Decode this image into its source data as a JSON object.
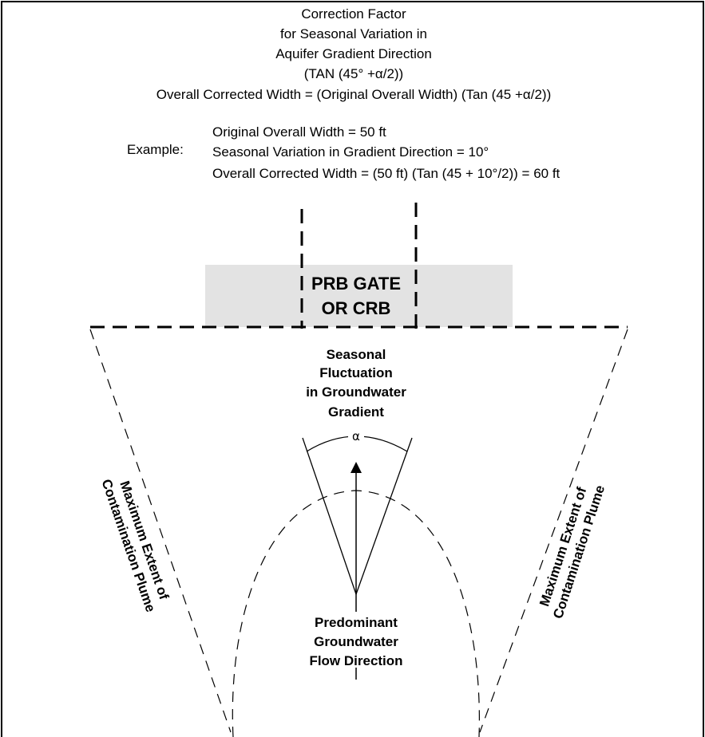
{
  "header": {
    "line1": "Correction Factor",
    "line2": "for Seasonal Variation in",
    "line3": "Aquifer Gradient Direction",
    "line4": "(TAN (45° +α/2))",
    "line5": "Overall Corrected Width = (Original Overall Width) (Tan (45 +α/2))"
  },
  "example": {
    "label": "Example:",
    "line1": "Original Overall Width = 50 ft",
    "line2": "Seasonal Variation in Gradient Direction = 10°",
    "line3": "Overall Corrected Width = (50 ft) (Tan (45 + 10°/2)) = 60 ft"
  },
  "gate": {
    "line1": "PRB GATE",
    "line2": "OR CRB",
    "fill_color": "#e3e3e3"
  },
  "seasonal": {
    "line1": "Seasonal",
    "line2": "Fluctuation",
    "line3": "in Groundwater",
    "line4": "Gradient",
    "angle_symbol": "α"
  },
  "plume": {
    "left_line1": "Maximum Extent of",
    "left_line2": "Contamination Plume",
    "right_line1": "Maximum Extent of",
    "right_line2": "Contamination Plume"
  },
  "flow": {
    "line1": "Predominant",
    "line2": "Groundwater",
    "line3": "Flow Direction"
  },
  "colors": {
    "line": "#000000",
    "background": "#ffffff"
  }
}
